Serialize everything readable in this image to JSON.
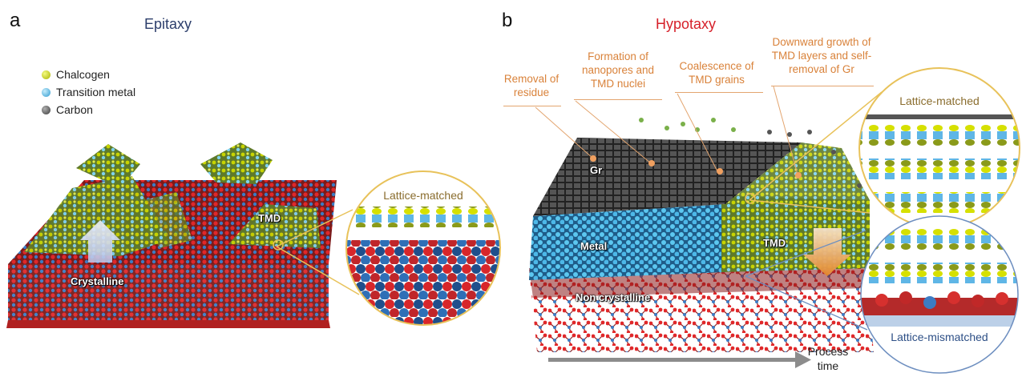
{
  "panel_a": {
    "letter": "a",
    "title": "Epitaxy",
    "title_color": "#2c3e6b",
    "legend": [
      {
        "label": "Chalcogen",
        "color": "#c8d400",
        "icon": "chalcogen-sphere-icon"
      },
      {
        "label": "Transition metal",
        "color": "#4db8e8",
        "icon": "transition-metal-sphere-icon"
      },
      {
        "label": "Carbon",
        "color": "#5a5a5a",
        "icon": "carbon-sphere-icon"
      }
    ],
    "labels": {
      "tmd": "TMD",
      "substrate": "Crystalline"
    },
    "lens": {
      "label": "Lattice-matched",
      "label_color": "#8a6d2e",
      "border_color": "#e8c25a"
    }
  },
  "panel_b": {
    "letter": "b",
    "title": "Hypotaxy",
    "title_color": "#d6202a",
    "steps": [
      {
        "text": "Removal of residue"
      },
      {
        "text": "Formation of nanopores and TMD nuclei"
      },
      {
        "text": "Coalescence of TMD grains"
      },
      {
        "text": "Downward growth of TMD layers and self-removal of Gr"
      }
    ],
    "labels": {
      "graphene": "Gr",
      "metal": "Metal",
      "tmd": "TMD",
      "substrate": "Non crystalline"
    },
    "lens_top": {
      "label": "Lattice-matched",
      "label_color": "#8a6d2e",
      "border_color": "#e8c25a"
    },
    "lens_bottom": {
      "label": "Lattice-mismatched",
      "label_color": "#2d4f86",
      "border_color": "#6e8fc0"
    },
    "process_axis": {
      "line1": "Process",
      "line2": "time",
      "color": "#8c8c8c"
    }
  },
  "colors": {
    "oxygen": "#e0282a",
    "silicon": "#3c7cc4",
    "chalcogen": "#c8d400",
    "metal": "#4db8e8",
    "graphene": "#3a3a3a",
    "step_text": "#d9823a"
  }
}
